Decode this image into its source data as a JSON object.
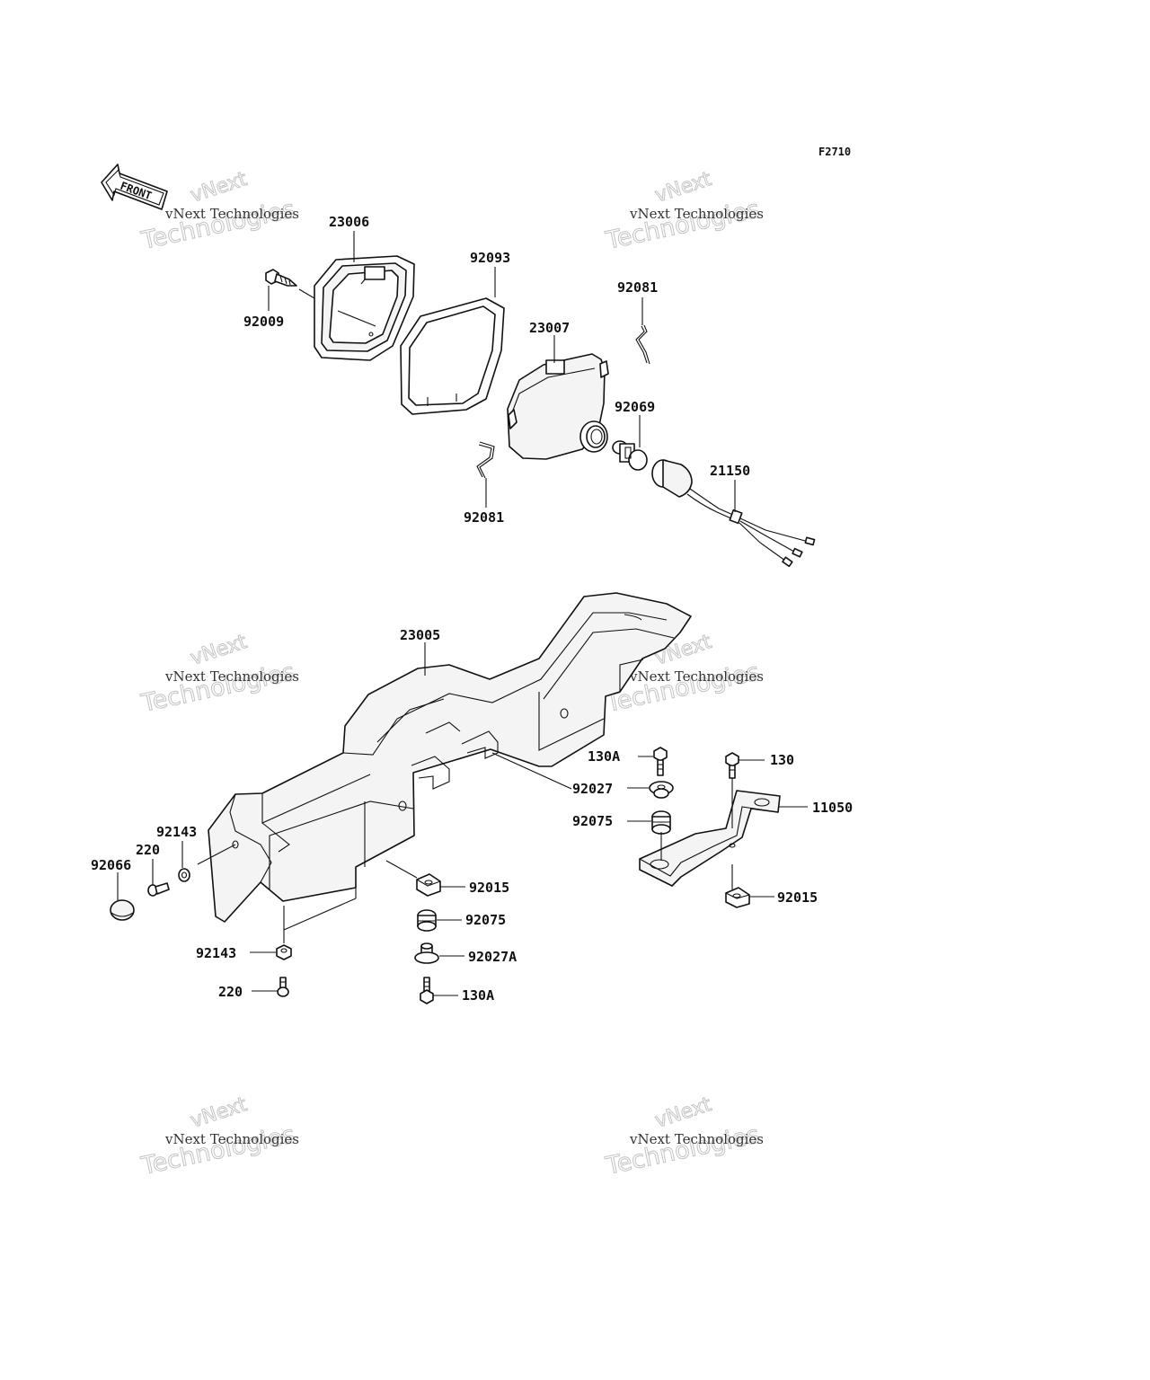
{
  "figure_code": "F2710",
  "front_marker": "FRONT",
  "watermark": {
    "line_top": "vNext",
    "line_mid": "vNext Technologies",
    "line_big": "Technologies"
  },
  "callouts": {
    "c23006": "23006",
    "c92009": "92009",
    "c92093": "92093",
    "c92081_top": "92081",
    "c23007": "23007",
    "c92069": "92069",
    "c21150": "21150",
    "c92081_bottom": "92081",
    "c23005": "23005",
    "c130A_top": "130A",
    "c130": "130",
    "c92027": "92027",
    "c11050": "11050",
    "c92075_right": "92075",
    "c92015_right": "92015",
    "c92143_top": "92143",
    "c220_top": "220",
    "c92066": "92066",
    "c92015_left": "92015",
    "c92075_left": "92075",
    "c92027A": "92027A",
    "c92143_bottom": "92143",
    "c220_bottom": "220",
    "c130A_bottom": "130A"
  }
}
